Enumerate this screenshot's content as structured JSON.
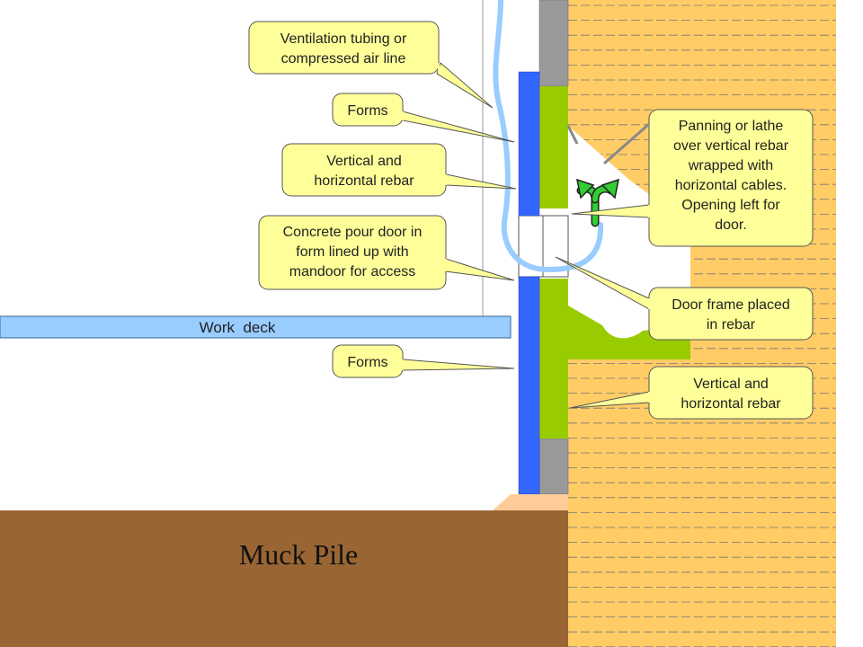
{
  "callouts": {
    "ventilation": [
      "Ventilation tubing or",
      "compressed air line"
    ],
    "forms_top": [
      "Forms"
    ],
    "rebar_left": [
      "Vertical and",
      "horizontal rebar"
    ],
    "pour_door": [
      "Concrete pour door in",
      "form lined up with",
      "mandoor for access"
    ],
    "forms_bottom": [
      "Forms"
    ],
    "panning": [
      "Panning or lathe",
      "over vertical rebar",
      "wrapped with",
      "horizontal cables.",
      "Opening left for",
      "door."
    ],
    "door_frame": [
      "Door frame placed",
      "in rebar"
    ],
    "rebar_right": [
      "Vertical and",
      "horizontal rebar"
    ]
  },
  "work_deck": "Work  deck",
  "muck_pile": "Muck Pile",
  "colors": {
    "rock": "#ffcc66",
    "rock_lines": "#777777",
    "form_blue": "#3366ff",
    "concrete_green": "#99cc00",
    "form_gray": "#999999",
    "vent_tube": "#99ccff",
    "deck": "#99ccff",
    "muck": "#996633",
    "callout_fill": "#ffff99",
    "arrow_green": "#33cc33"
  },
  "icons": {
    "door_arrow": "green-double-arrow-icon"
  }
}
